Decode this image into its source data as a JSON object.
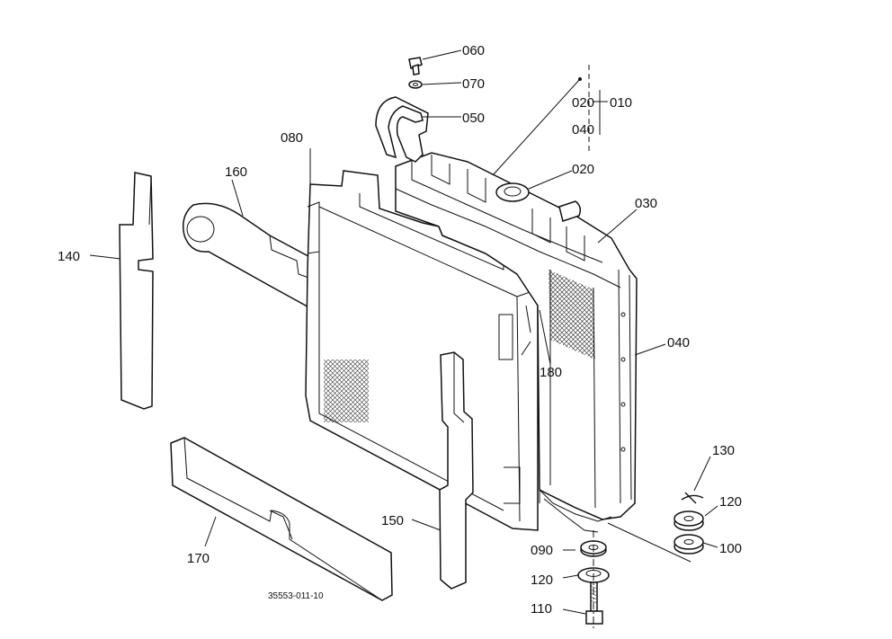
{
  "diagram": {
    "drawing_number": "35553-011-10",
    "callouts": {
      "p060": "060",
      "p070": "070",
      "p050": "050",
      "p020_top": "020",
      "p040_top": "040",
      "p010": "010",
      "p080": "080",
      "p020": "020",
      "p030": "030",
      "p160": "160",
      "p140": "140",
      "p040": "040",
      "p180": "180",
      "p130": "130",
      "p120_right": "120",
      "p100": "100",
      "p090": "090",
      "p120_bottom": "120",
      "p110": "110",
      "p150": "150",
      "p170": "170"
    }
  }
}
